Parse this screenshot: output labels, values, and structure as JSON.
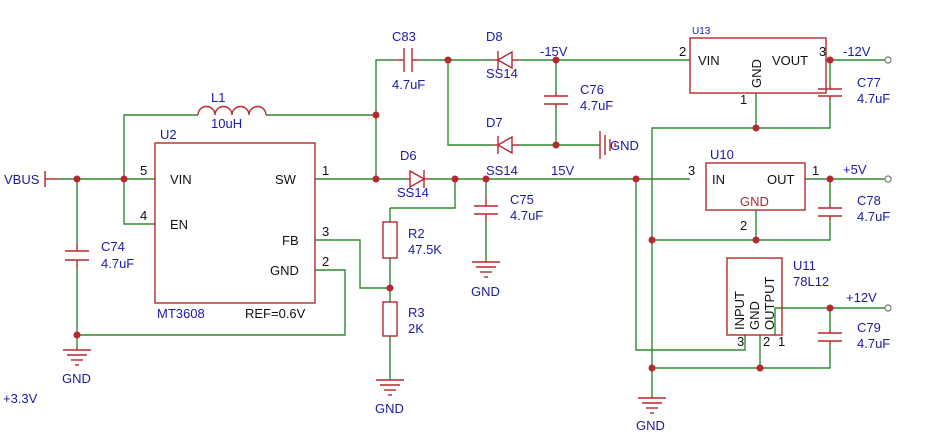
{
  "nets": {
    "vbus": "VBUS",
    "v33": "+3.3V",
    "n15": "-15V",
    "p15": "15V",
    "n12": "-12V",
    "p5": "+5V",
    "p12": "+12V",
    "gnd": "GND"
  },
  "u2": {
    "ref": "U2",
    "part": "MT3608",
    "ref_note": "REF=0.6V",
    "vin": "VIN",
    "en": "EN",
    "sw": "SW",
    "fb": "FB",
    "gnd": "GND",
    "p5": "5",
    "p4": "4",
    "p1": "1",
    "p3": "3",
    "p2": "2"
  },
  "u13": {
    "ref": "U13",
    "vin": "VIN",
    "vout": "VOUT",
    "gnd": "GND",
    "p2": "2",
    "p3": "3",
    "p1": "1"
  },
  "u10": {
    "ref": "U10",
    "in": "IN",
    "out": "OUT",
    "gnd": "GND",
    "p3": "3",
    "p1": "1",
    "p2": "2"
  },
  "u11": {
    "ref": "U11",
    "part": "78L12",
    "input": "INPUT",
    "gnd": "GND",
    "output": "OUTPUT",
    "p3": "3",
    "p2": "2",
    "p1": "1"
  },
  "l1": {
    "ref": "L1",
    "value": "10uH"
  },
  "c83": {
    "ref": "C83",
    "value": "4.7uF"
  },
  "c74": {
    "ref": "C74",
    "value": "4.7uF"
  },
  "c75": {
    "ref": "C75",
    "value": "4.7uF"
  },
  "c76": {
    "ref": "C76",
    "value": "4.7uF"
  },
  "c77": {
    "ref": "C77",
    "value": "4.7uF"
  },
  "c78": {
    "ref": "C78",
    "value": "4.7uF"
  },
  "c79": {
    "ref": "C79",
    "value": "4.7uF"
  },
  "d6": {
    "ref": "D6",
    "value": "SS14"
  },
  "d7": {
    "ref": "D7",
    "value": "SS14"
  },
  "d8": {
    "ref": "D8",
    "value": "SS14"
  },
  "r2": {
    "ref": "R2",
    "value": "47.5K"
  },
  "r3": {
    "ref": "R3",
    "value": "2K"
  }
}
